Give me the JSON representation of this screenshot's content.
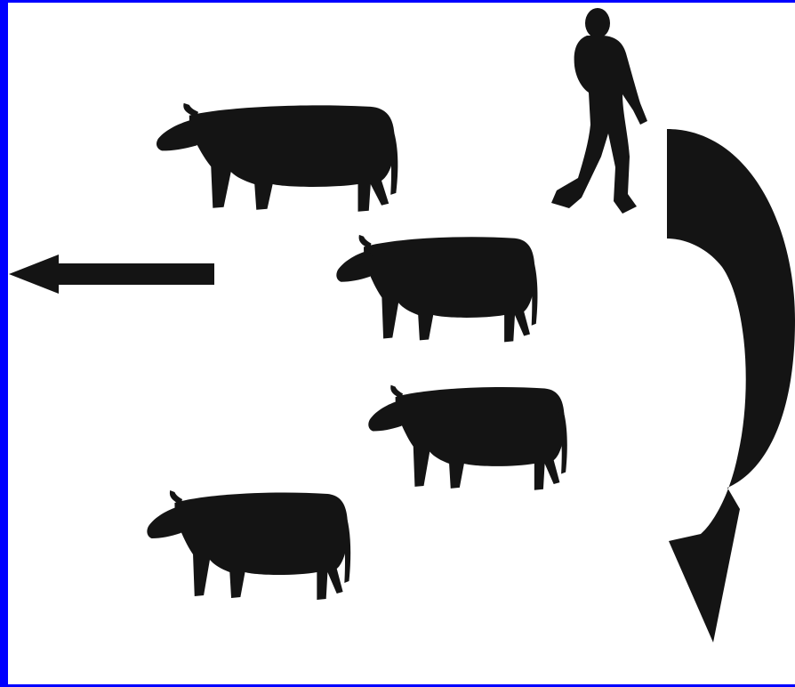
{
  "figure": {
    "frame_color": "#0000ff",
    "background_color": "#ffffff",
    "silhouette_color": "#141414",
    "elements": {
      "cows": [
        "cow",
        "cow",
        "cow",
        "cow"
      ],
      "handler": "person-walking",
      "flow_arrow": "arrow-left",
      "circling_arrow": "curved-arrow-down"
    }
  }
}
